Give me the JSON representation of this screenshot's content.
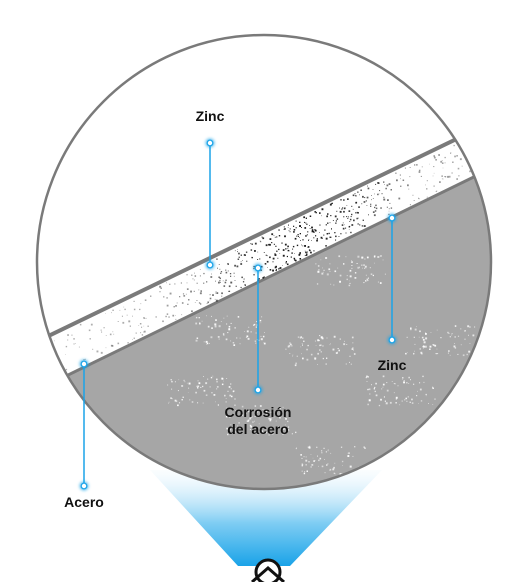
{
  "labels": {
    "zinc_top": "Zinc",
    "zinc_right": "Zinc",
    "corrosion": "Corrosión\ndel acero",
    "steel": "Acero"
  },
  "colors": {
    "accent": "#1aa3e8",
    "steel_fill": "#a6a6a6",
    "circle_stroke": "#7a7a7a",
    "strip_fill": "#ffffff",
    "label_text": "#111111"
  },
  "icons": {
    "magnifier": "magnifier-lens-icon"
  }
}
